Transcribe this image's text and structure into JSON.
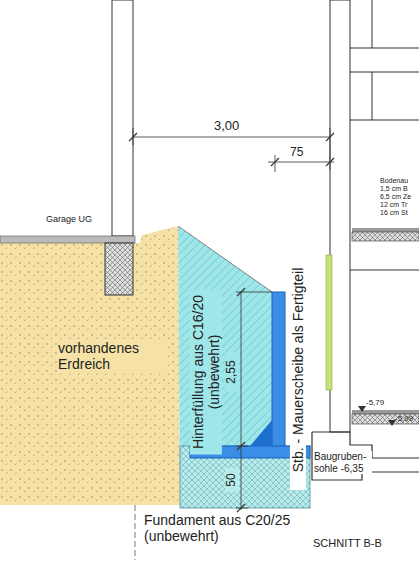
{
  "diagram": {
    "labels": [
      "3,00",
      "75",
      "Bodenau",
      "1,5 cm B",
      "6,5 cm Ze",
      "12 cm Tr",
      "16 cm St",
      "Garage UG",
      "vorhandenes Erdreich",
      "Hinterfüllung aus C16/20 (unbewehrt)",
      "2,55",
      "Stb. - Mauerscheibe als Fertigteil",
      "50",
      "Baugruben- sohle -6,35",
      "-5,79",
      "-5,99",
      "Fundament aus C20/25 (unbewehrt)",
      "SCHNITT B-B"
    ]
  }
}
